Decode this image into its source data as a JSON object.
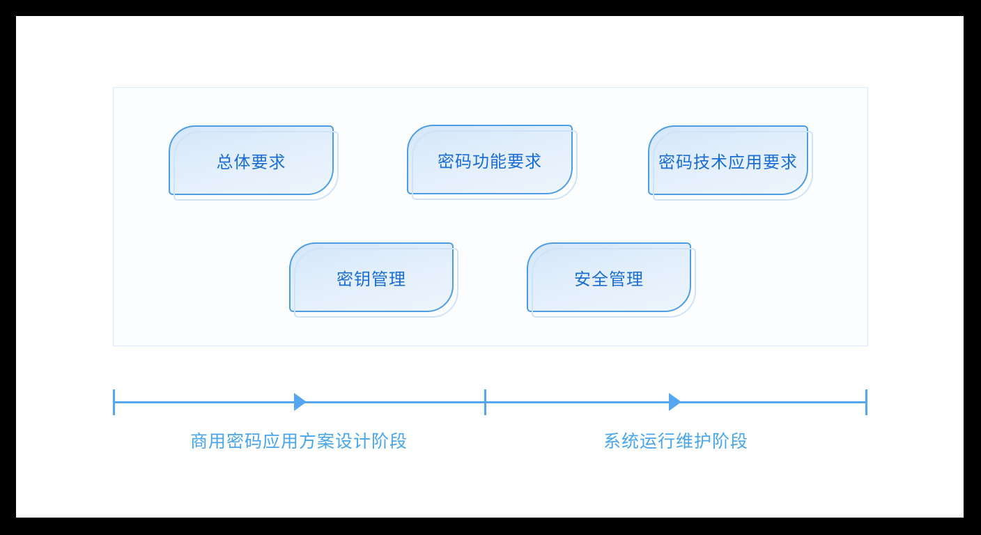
{
  "diagram": {
    "boxes": [
      {
        "label": "总体要求"
      },
      {
        "label": "密码功能要求"
      },
      {
        "label": "密码技术应用要求"
      },
      {
        "label": "密钥管理"
      },
      {
        "label": "安全管理"
      }
    ],
    "timeline": {
      "phases": [
        {
          "label": "商用密码应用方案设计阶段"
        },
        {
          "label": "系统运行维护阶段"
        }
      ]
    },
    "colors": {
      "box_border": "#4d9de4",
      "box_fill_top": "#d3e7fa",
      "box_fill_bottom": "#edf5fd",
      "box_text": "#1a6dd5",
      "box_shadow_border": "#cfe3f8",
      "timeline": "#55a8f0",
      "phase_text": "#47a6ed",
      "panel_border": "#dfebf9",
      "panel_fill": "#fbfdff",
      "frame": "#000000",
      "page": "#ffffff"
    }
  }
}
